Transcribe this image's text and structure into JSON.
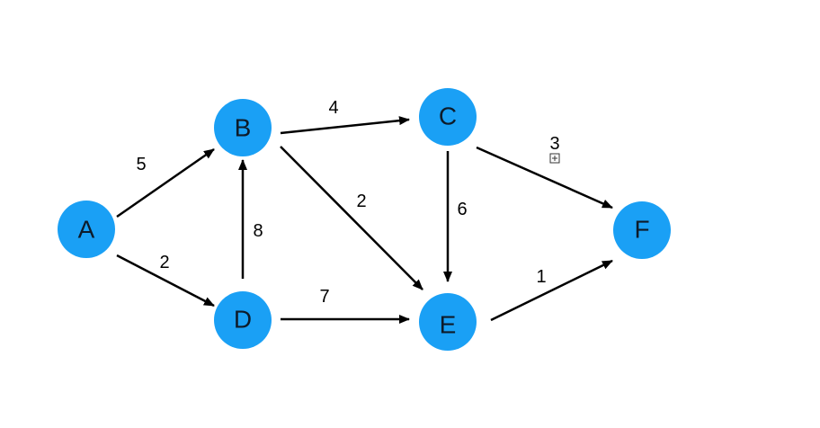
{
  "graph": {
    "nodes": [
      {
        "id": "A",
        "label": "A"
      },
      {
        "id": "B",
        "label": "B"
      },
      {
        "id": "C",
        "label": "C"
      },
      {
        "id": "D",
        "label": "D"
      },
      {
        "id": "E",
        "label": "E"
      },
      {
        "id": "F",
        "label": "F"
      }
    ],
    "edges": [
      {
        "from": "A",
        "to": "B",
        "weight": "5"
      },
      {
        "from": "A",
        "to": "D",
        "weight": "2"
      },
      {
        "from": "D",
        "to": "B",
        "weight": "8"
      },
      {
        "from": "B",
        "to": "C",
        "weight": "4"
      },
      {
        "from": "B",
        "to": "E",
        "weight": "2"
      },
      {
        "from": "D",
        "to": "E",
        "weight": "7"
      },
      {
        "from": "C",
        "to": "E",
        "weight": "6"
      },
      {
        "from": "C",
        "to": "F",
        "weight": "3"
      },
      {
        "from": "E",
        "to": "F",
        "weight": "1"
      }
    ],
    "node_color": "#1aa0f5",
    "edge_color": "#000000"
  }
}
